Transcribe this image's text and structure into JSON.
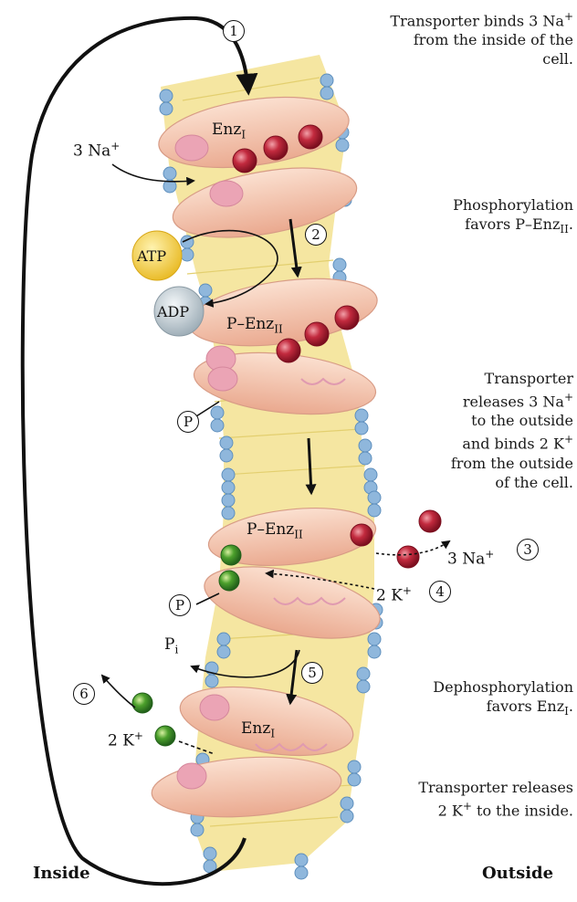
{
  "labels": {
    "na_in_num": "3 Na",
    "na_in_sup": "+",
    "enz1_top": "Enz",
    "enz1_top_sub": "I",
    "atp": "ATP",
    "adp": "ADP",
    "penz2_a": "P–Enz",
    "penz2_a_sub": "II",
    "p_a": "P",
    "penz2_b": "P–Enz",
    "penz2_b_sub": "II",
    "p_b": "P",
    "na_out_num": "3 Na",
    "na_out_sup": "+",
    "k_in_num": "2 K",
    "k_in_sup": "+",
    "pi": "P",
    "pi_sub": "i",
    "k_out_num": "2 K",
    "k_out_sup": "+",
    "enz1_bottom": "Enz",
    "enz1_bottom_sub": "I",
    "inside": "Inside",
    "outside": "Outside"
  },
  "steps": {
    "s1": "1",
    "s2": "2",
    "s3": "3",
    "s4": "4",
    "s5": "5",
    "s6": "6"
  },
  "captions": {
    "c1_a": "Transporter binds 3 Na",
    "c1_sup": "+",
    "c1_b": "from the inside of the",
    "c1_c": "cell.",
    "c2_a": "Phosphorylation",
    "c2_b": "favors P–Enz",
    "c2_sub": "II",
    "c2_end": ".",
    "c3_a": "Transporter",
    "c3_b": "releases 3 Na",
    "c3_b_sup": "+",
    "c3_c": "to the outside",
    "c3_d": "and binds 2 K",
    "c3_d_sup": "+",
    "c3_e": "from the outside",
    "c3_f": "of the cell.",
    "c4_a": "Dephosphorylation",
    "c4_b": "favors Enz",
    "c4_sub": "I",
    "c4_end": ".",
    "c5_a": "Transporter releases",
    "c5_b": "2 K",
    "c5_sup": "+",
    "c5_c": " to the inside."
  },
  "colors": {
    "enzyme": "#f4c6ad",
    "enzyme_edge": "#d89c86",
    "membrane": "#f5e6a1",
    "lipid_head": "#8fb7dc",
    "sodium": "#c22a3e",
    "potassium": "#4ca02c",
    "atp": "#f2cb38",
    "adp": "#b7c6cf"
  }
}
